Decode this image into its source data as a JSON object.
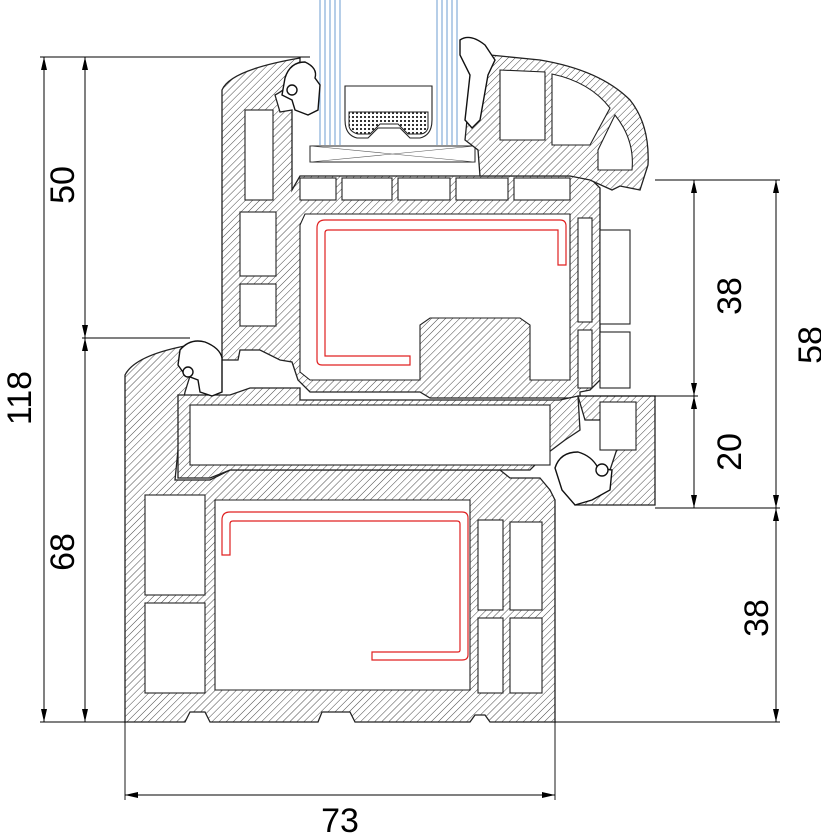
{
  "drawing": {
    "dimensions": {
      "overall_height": "118",
      "sash_height": "50",
      "frame_height": "68",
      "overall_width": "73",
      "right_total": "58",
      "right_upper": "38",
      "right_middle": "20",
      "right_lower": "38"
    },
    "colors": {
      "line": "#000000",
      "glass": "#7aa6d6",
      "steel_reinforcement": "#e02020",
      "background": "#ffffff"
    }
  }
}
